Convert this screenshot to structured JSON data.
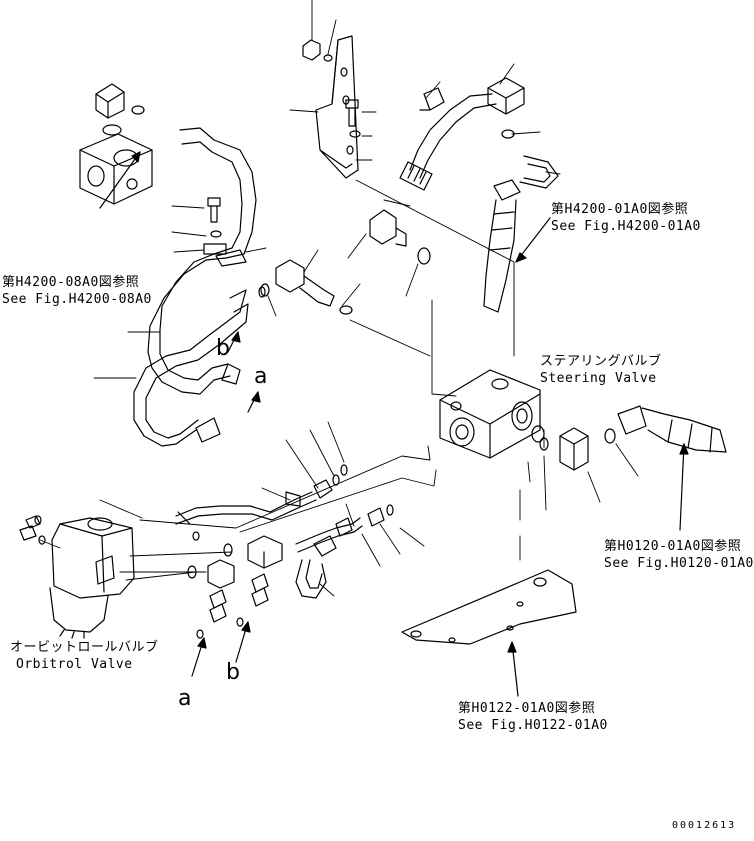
{
  "refs": {
    "h4200_01a0": {
      "jp": "第H4200-01A0図参照",
      "en": "See Fig.H4200-01A0"
    },
    "h4200_08a0": {
      "jp": "第H4200-08A0図参照",
      "en": "See Fig.H4200-08A0"
    },
    "h0120_01a0": {
      "jp": "第H0120-01A0図参照",
      "en": "See Fig.H0120-01A0"
    },
    "h0122_01a0": {
      "jp": "第H0122-01A0図参照",
      "en": "See Fig.H0122-01A0"
    }
  },
  "components": {
    "steering_valve": {
      "jp": "ステアリングバルブ",
      "en": "Steering Valve"
    },
    "orbitrol_valve": {
      "jp": "オービットロールバルブ",
      "en": "Orbitrol Valve"
    }
  },
  "markers": {
    "a": "a",
    "b": "b"
  },
  "drawing_code": "00012613"
}
